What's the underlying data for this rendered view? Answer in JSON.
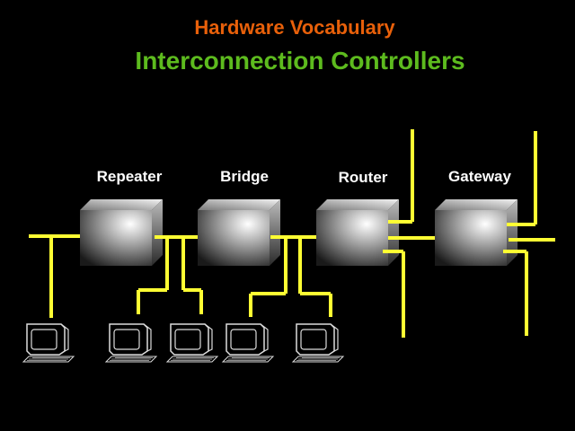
{
  "title": "Hardware Vocabulary",
  "subtitle": "Interconnection Controllers",
  "devices": {
    "repeater": "Repeater",
    "bridge": "Bridge",
    "router": "Router",
    "gateway": "Gateway"
  },
  "colors": {
    "title": "#e8600a",
    "subtitle": "#5dbb1e",
    "wire": "#ffff33",
    "background": "#000000"
  }
}
